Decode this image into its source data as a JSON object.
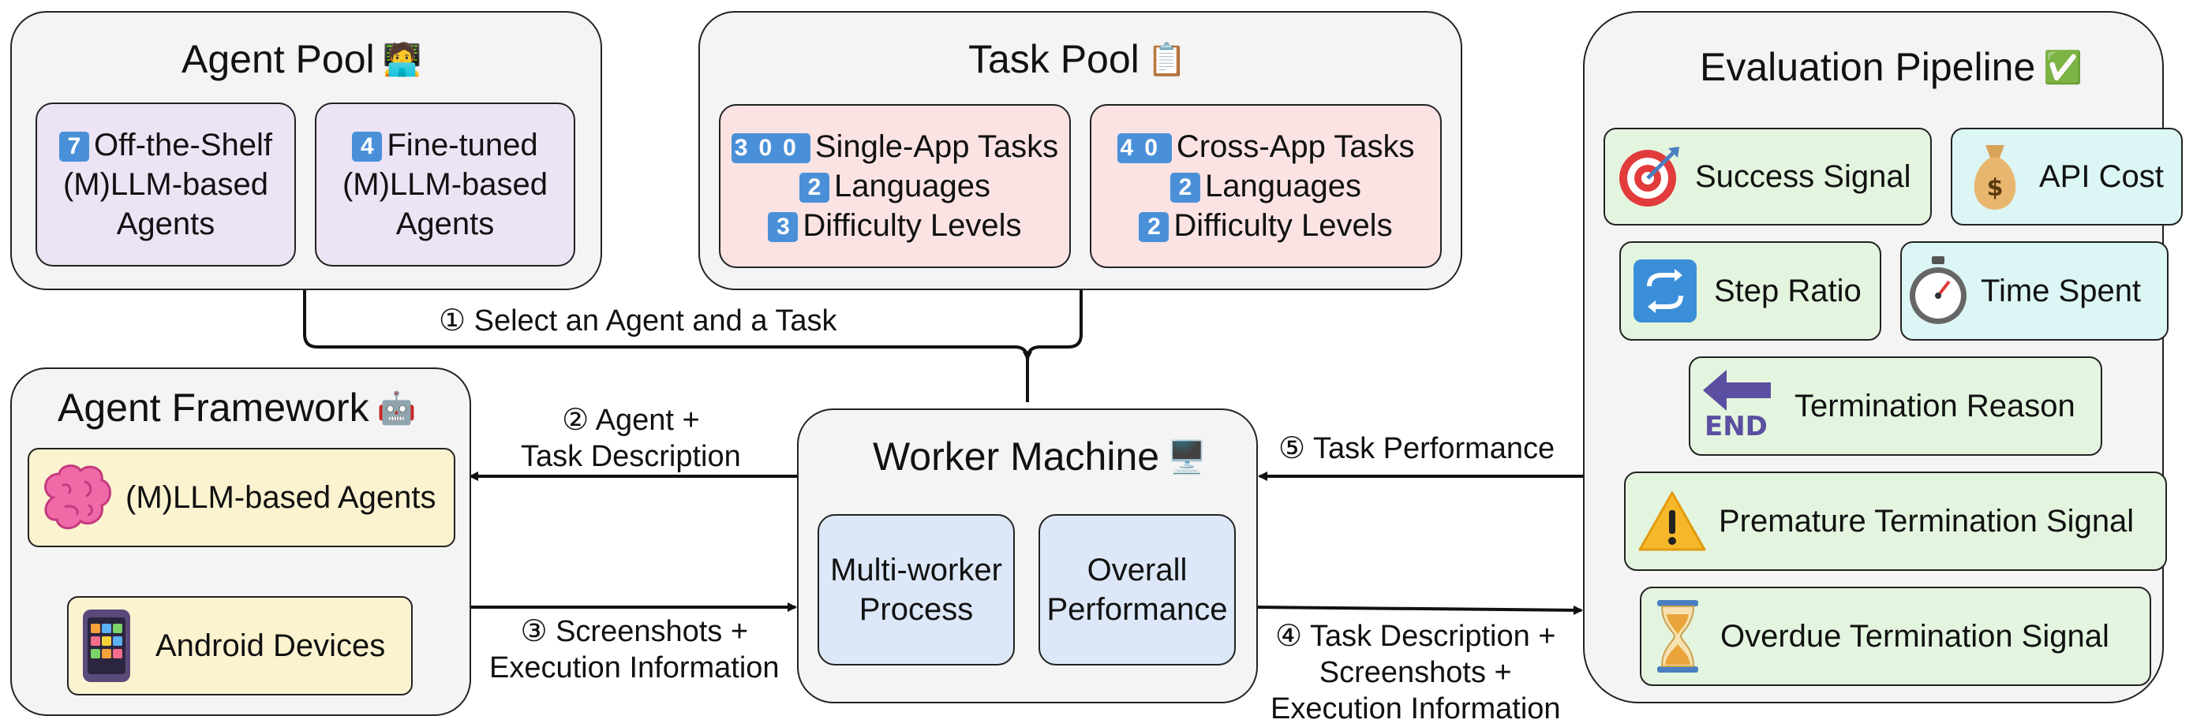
{
  "agent_pool": {
    "title": "Agent Pool",
    "emoji": "🧑‍💻",
    "box1": {
      "badge": "7",
      "line1": "Off-the-Shelf",
      "line2": "(M)LLM-based",
      "line3": "Agents"
    },
    "box2": {
      "badge": "4",
      "line1": "Fine-tuned",
      "line2": "(M)LLM-based",
      "line3": "Agents"
    }
  },
  "task_pool": {
    "title": "Task Pool",
    "emoji": "📋",
    "single": {
      "count": "300",
      "label": "Single-App Tasks",
      "lang_count": "2",
      "lang_label": "Languages",
      "diff_count": "3",
      "diff_label": "Difficulty Levels"
    },
    "cross": {
      "count": "40",
      "label": "Cross-App Tasks",
      "lang_count": "2",
      "lang_label": "Languages",
      "diff_count": "2",
      "diff_label": "Difficulty Levels"
    }
  },
  "agent_framework": {
    "title": "Agent Framework",
    "emoji": "🤖",
    "agents_label": "(M)LLM-based Agents",
    "devices_label": "Android Devices"
  },
  "worker_machine": {
    "title": "Worker Machine",
    "emoji": "🖥️",
    "left_line1": "Multi-worker",
    "left_line2": "Process",
    "right_line1": "Overall",
    "right_line2": "Performance"
  },
  "evaluation_pipeline": {
    "title": "Evaluation Pipeline",
    "emoji": "✅",
    "success": "Success Signal",
    "api_cost": "API Cost",
    "step_ratio": "Step Ratio",
    "time_spent": "Time Spent",
    "termination_reason": "Termination Reason",
    "end_text": "END",
    "premature": "Premature Termination Signal",
    "overdue": "Overdue Termination Signal"
  },
  "arrows": {
    "step1": "① Select an Agent and a Task",
    "step2_line1": "② Agent +",
    "step2_line2": "Task Description",
    "step3_line1": "③ Screenshots +",
    "step3_line2": "Execution Information",
    "step4_line1": "④ Task Description +",
    "step4_line2": "Screenshots +",
    "step4_line3": "Execution Information",
    "step5": "⑤ Task Performance"
  },
  "colors": {
    "badge": "#4a90d9",
    "purple_box": "#ece3f5",
    "pink_box": "#fbe3e3",
    "yellow_box": "#fbf3cf",
    "blue_box": "#dce7f7",
    "green_box": "#e4f5df",
    "cyan_box": "#dcf5f5"
  }
}
